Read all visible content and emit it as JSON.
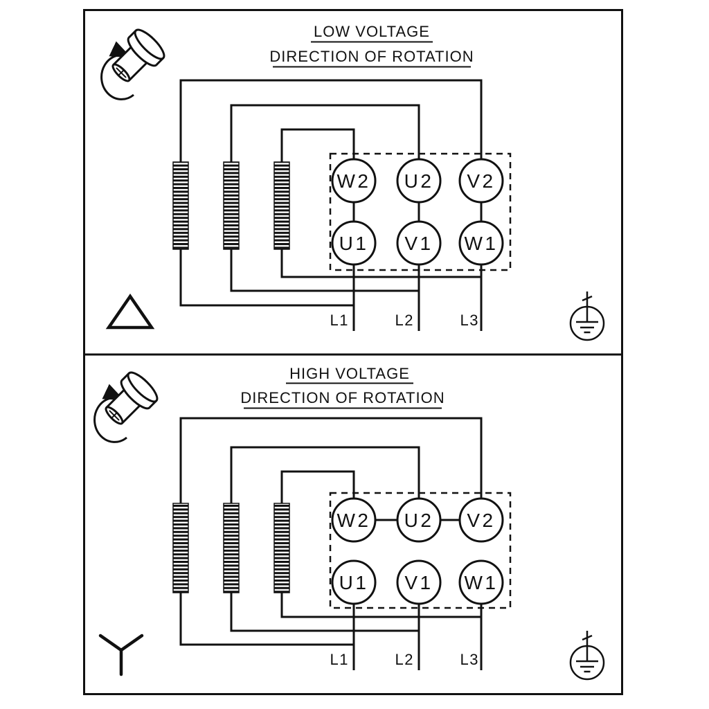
{
  "panels": [
    {
      "name": "low-voltage",
      "title": "LOW VOLTAGE",
      "subtitle": "DIRECTION OF ROTATION",
      "connection": "delta",
      "terminals_top": [
        "W2",
        "U2",
        "V2"
      ],
      "terminals_bottom": [
        "U1",
        "V1",
        "W1"
      ],
      "supply_lines": [
        "L1",
        "L2",
        "L3"
      ],
      "icons": [
        "shaft-rotation-icon",
        "delta-connection-icon",
        "earth-ground-icon"
      ]
    },
    {
      "name": "high-voltage",
      "title": "HIGH VOLTAGE",
      "subtitle": "DIRECTION OF ROTATION",
      "connection": "star",
      "terminals_top": [
        "W2",
        "U2",
        "V2"
      ],
      "terminals_bottom": [
        "U1",
        "V1",
        "W1"
      ],
      "supply_lines": [
        "L1",
        "L2",
        "L3"
      ],
      "icons": [
        "shaft-rotation-icon",
        "star-connection-icon",
        "earth-ground-icon"
      ]
    }
  ],
  "colors": {
    "line": "#111111",
    "background": "#ffffff"
  }
}
